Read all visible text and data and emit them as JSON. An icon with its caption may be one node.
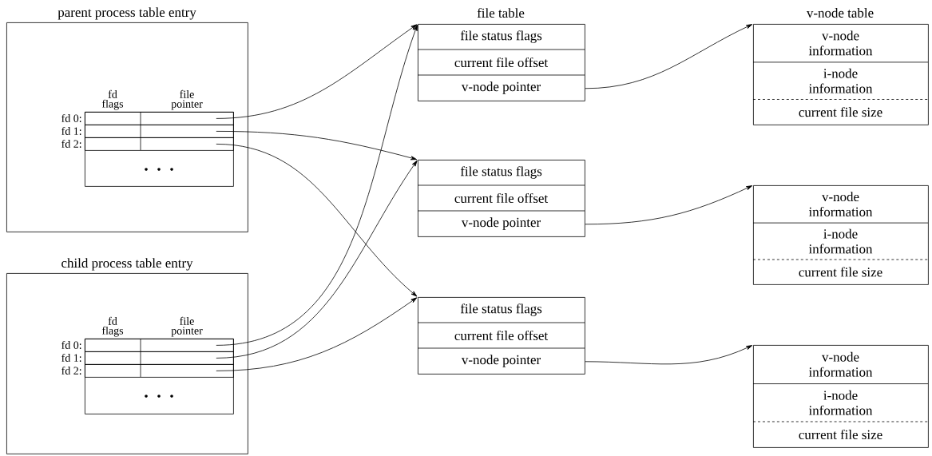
{
  "diagram": {
    "nodes": [
      {
        "text": [
          "parent process table entry"
        ]
      },
      {
        "text": [
          "fd flags",
          "file pointer"
        ],
        "in": 0
      },
      {
        "text": [
          "fd 0:"
        ],
        "in": 1
      },
      {
        "text": [
          "fd 1:"
        ],
        "in": 1
      },
      {
        "text": [
          "fd 2:"
        ],
        "in": 1
      },
      {
        "text": [
          "child process table entry"
        ]
      },
      {
        "text": [
          "fd flags",
          "file pointer"
        ],
        "in": 5
      },
      {
        "text": [
          "fd 0:"
        ],
        "in": 6
      },
      {
        "text": [
          "fd 1:"
        ],
        "in": 6
      },
      {
        "text": [
          "fd 2:"
        ],
        "in": 6
      },
      {
        "text": [
          "file status flags",
          "current file offset",
          "v-node pointer"
        ]
      },
      {
        "text": [
          "file status flags",
          "current file offset",
          "v-node pointer"
        ]
      },
      {
        "text": [
          "file status flags",
          "current file offset",
          "v-node pointer"
        ]
      },
      {
        "text": [
          "v-node information",
          "i-node information",
          "current file size"
        ]
      },
      {
        "text": [
          "v-node information",
          "i-node information",
          "current file size"
        ]
      },
      {
        "text": [
          "v-node information",
          "i-node information",
          "current file size"
        ]
      }
    ],
    "edges": [
      {
        "from": 2,
        "to": 10,
        "arrow": "to"
      },
      {
        "from": 3,
        "to": 11,
        "arrow": "to"
      },
      {
        "from": 4,
        "to": 12,
        "arrow": "to"
      },
      {
        "from": 7,
        "to": 10,
        "arrow": "to"
      },
      {
        "from": 8,
        "to": 11,
        "arrow": "to"
      },
      {
        "from": 9,
        "to": 12,
        "arrow": "to"
      },
      {
        "from": 10,
        "to": 13,
        "arrow": "to"
      },
      {
        "from": 11,
        "to": 14,
        "arrow": "to"
      },
      {
        "from": 12,
        "to": 15,
        "arrow": "to"
      }
    ],
    "labels": [
      "file table",
      "v-node table"
    ]
  }
}
